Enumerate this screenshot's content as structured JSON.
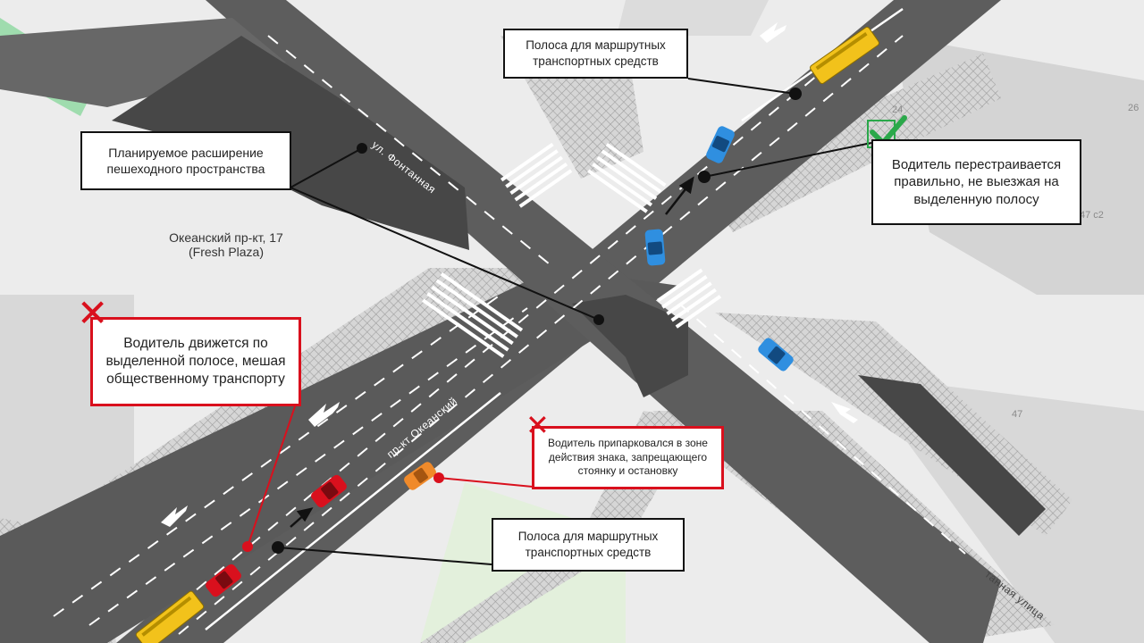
{
  "callouts": {
    "bus_lane_top": "Полоса для маршрутных транспортных средств",
    "pedestrian_expansion": "Планируемое расширение пешеходного пространства",
    "correct_merge": "Водитель перестраивается правильно, не выезжая на выделенную полосу",
    "wrong_lane": "Водитель движется по выделенной полосе, мешая общественному транспорту",
    "wrong_parking": "Водитель припарковался в зоне действия знака, запрещающего стоянку и остановку",
    "bus_lane_bottom": "Полоса для маршрутных транспортных средств"
  },
  "map_labels": {
    "address_line1": "Океанский пр-кт, 17",
    "address_line2": "(Fresh Plaza)",
    "street_fontannaya": "ул. Фонтанная",
    "street_okeansky": "пр-кт Океанский",
    "street_bottom_right": "танная улица"
  },
  "building_numbers": {
    "b24": "24",
    "b26": "26",
    "b47c2": "47 с2",
    "b47": "47"
  },
  "status_marks": {
    "wrong_symbol": "X",
    "correct_symbol": "check"
  },
  "colors": {
    "road": "#5d5d5d",
    "ground": "#e9e9e9",
    "sidewalk": "#cfcfcf",
    "bus": "#f2c21b",
    "car_blue": "#2f8fe0",
    "car_red": "#d9101d",
    "car_orange": "#f08a2a",
    "wrong": "#d9101d",
    "correct": "#2aa84a",
    "green_area": "#e3f0dc"
  }
}
